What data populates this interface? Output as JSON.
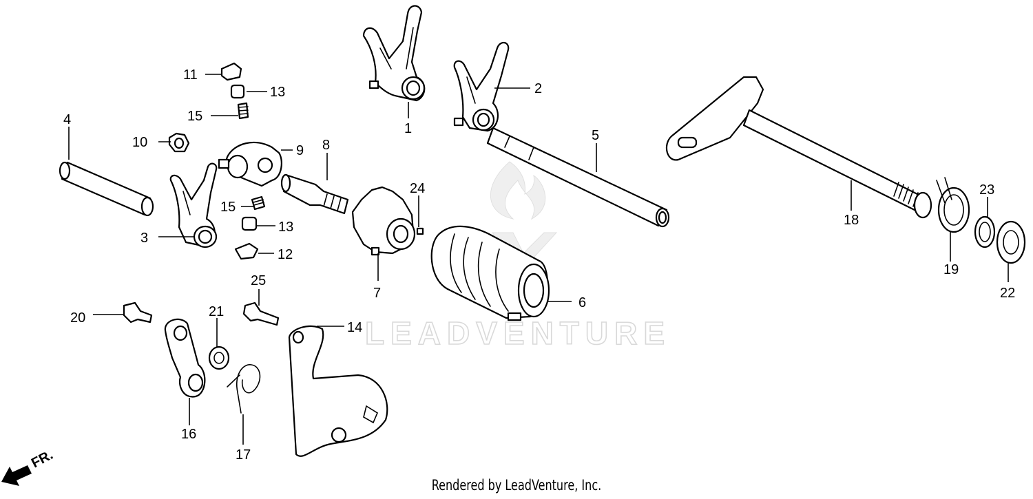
{
  "callouts": {
    "c1": "1",
    "c2": "2",
    "c3": "3",
    "c4": "4",
    "c5": "5",
    "c6": "6",
    "c7": "7",
    "c8": "8",
    "c9": "9",
    "c10": "10",
    "c11": "11",
    "c12": "12",
    "c13a": "13",
    "c13b": "13",
    "c14": "14",
    "c15a": "15",
    "c15b": "15",
    "c16": "16",
    "c17": "17",
    "c18": "18",
    "c19": "19",
    "c20": "20",
    "c21": "21",
    "c22": "22",
    "c23": "23",
    "c24": "24",
    "c25": "25"
  },
  "direction_label": "FR.",
  "watermark": "LEADVENTURE",
  "footer": "Rendered by LeadVenture, Inc."
}
